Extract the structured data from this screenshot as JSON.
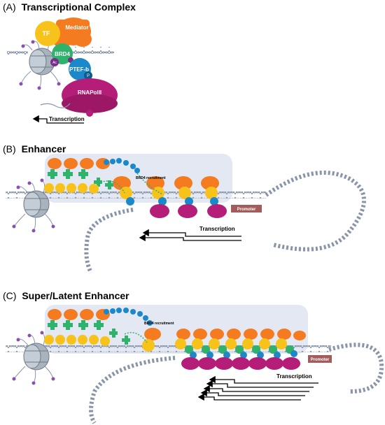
{
  "panels": {
    "a": {
      "letter": "(A)",
      "title": "Transcriptional Complex"
    },
    "b": {
      "letter": "(B)",
      "title": "Enhancer"
    },
    "c": {
      "letter": "(C)",
      "title": "Super/Latent Enhancer"
    }
  },
  "labels": {
    "tf": "TF",
    "mediator": "Mediator",
    "brd4": "BRD4",
    "ac": "Ac",
    "ptefb": "PTEF-b",
    "p": "P",
    "rnapol": "RNAPolII",
    "transcription": "Transcription",
    "promoter": "Promoter",
    "brd4_recruitment": "BRD4 recruitment"
  },
  "colors": {
    "mediator": "#f47b20",
    "tf": "#f7c21a",
    "brd4": "#2fb26b",
    "ptefb": "#1a88c9",
    "rnapol": "#b51e78",
    "ac": "#7b2d8b",
    "nucleosome": "#a9b3be",
    "dna": "#8895a8",
    "enhancer_box": "#e3e8f3",
    "promoter": "#a45b5b"
  }
}
